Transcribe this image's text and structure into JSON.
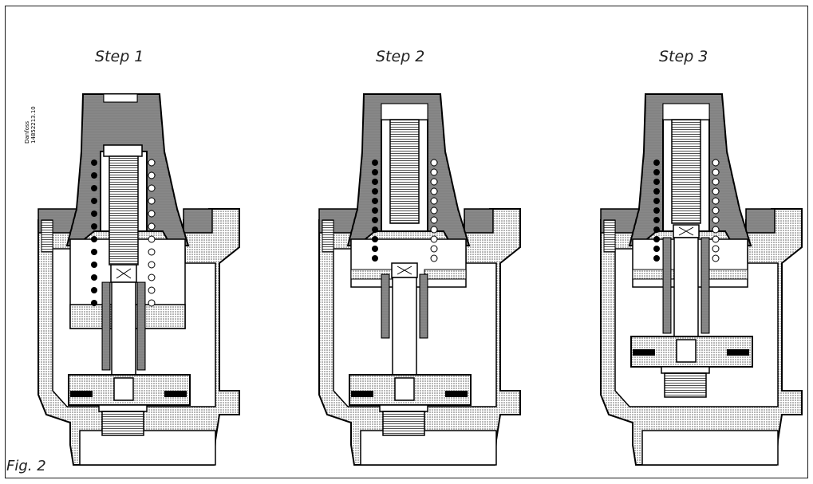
{
  "figure": {
    "label": "Fig. 2",
    "brand": "Danfoss",
    "code": "14852213.10",
    "steps": [
      {
        "title": "Step 1"
      },
      {
        "title": "Step 2"
      },
      {
        "title": "Step 3"
      }
    ]
  },
  "colors": {
    "line": "#000000",
    "hatch": "#6e6e6e",
    "background": "#ffffff"
  }
}
